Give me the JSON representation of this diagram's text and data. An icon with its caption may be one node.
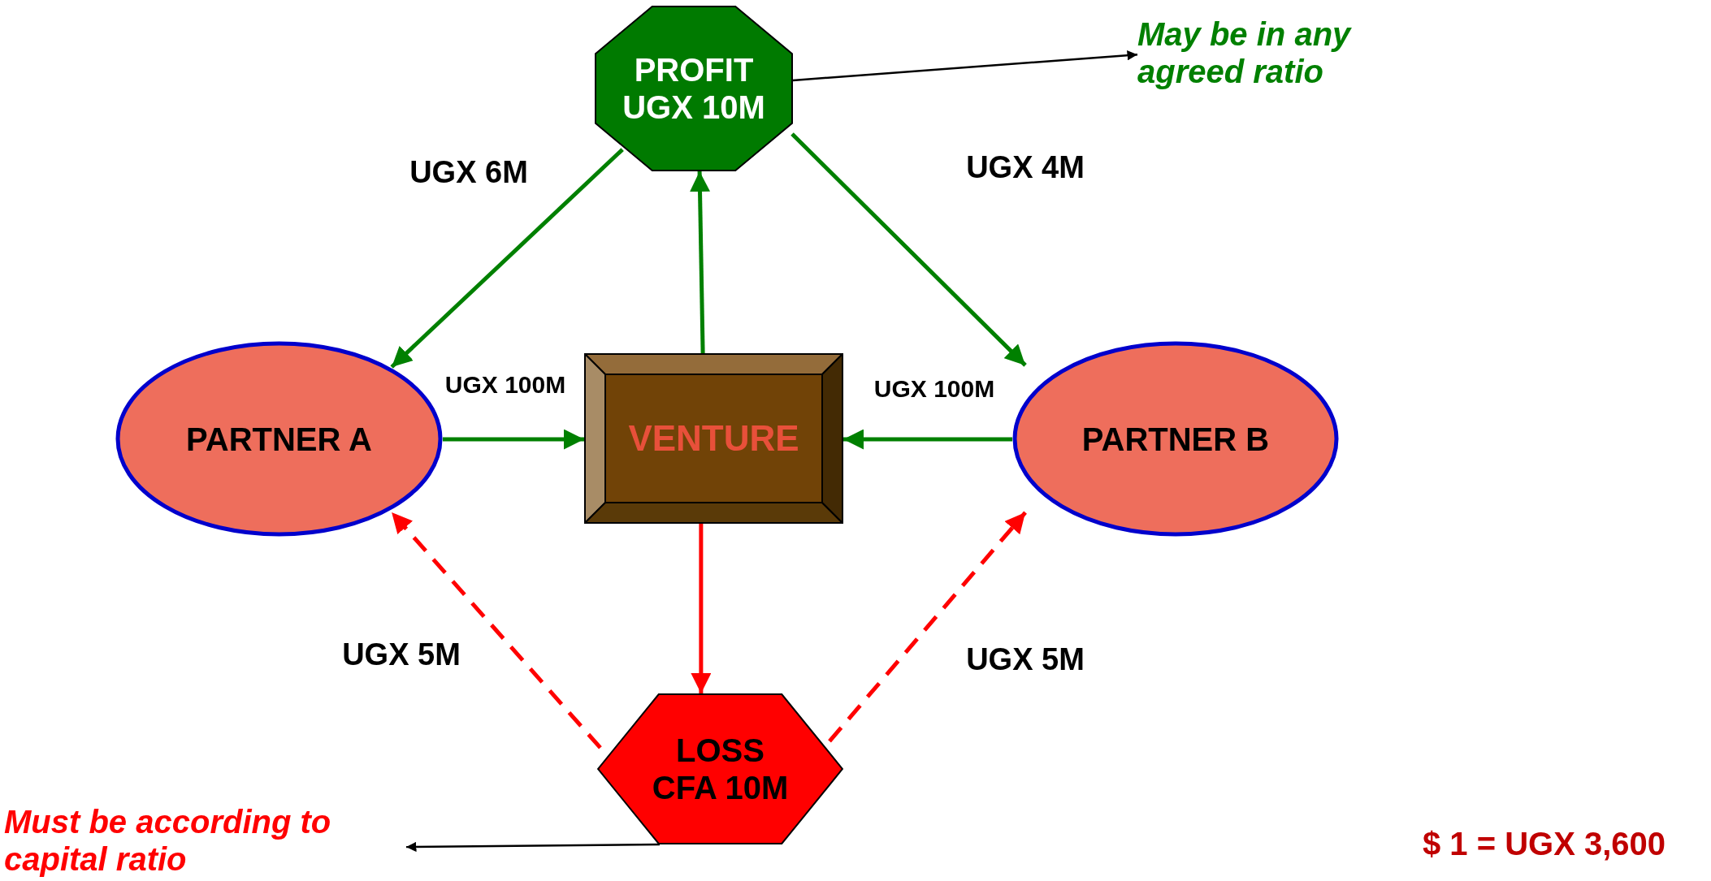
{
  "diagram": {
    "nodes": [
      {
        "text": [
          "PROFIT UGX 10M"
        ]
      },
      {
        "text": [
          "PARTNER A"
        ]
      },
      {
        "text": [
          "VENTURE"
        ]
      },
      {
        "text": [
          "PARTNER B"
        ]
      },
      {
        "text": [
          "LOSS CFA 10M"
        ]
      },
      {
        "text": [
          "May be in any agreed ratio"
        ]
      },
      {
        "text": [
          "Must be according to capital ratio"
        ]
      }
    ],
    "edges": [
      {
        "from": 0,
        "to": 1,
        "arrow": "to",
        "label": "UGX 6M"
      },
      {
        "from": 0,
        "to": 3,
        "arrow": "to",
        "label": "UGX 4M"
      },
      {
        "from": 2,
        "to": 0,
        "arrow": "to"
      },
      {
        "from": 1,
        "to": 2,
        "arrow": "to",
        "label": "UGX 100M"
      },
      {
        "from": 3,
        "to": 2,
        "arrow": "to",
        "label": "UGX 100M"
      },
      {
        "from": 2,
        "to": 4,
        "arrow": "to",
        "color": "#ff0000"
      },
      {
        "from": 4,
        "to": 1,
        "arrow": "to",
        "label": "UGX 5M",
        "style": "dashed",
        "color": "#ff0000"
      },
      {
        "from": 4,
        "to": 3,
        "arrow": "to",
        "label": "UGX 5M",
        "style": "dashed",
        "color": "#ff0000"
      },
      {
        "from": 0,
        "to": 5,
        "arrow": "to",
        "color": "#000000"
      },
      {
        "from": 4,
        "to": 6,
        "arrow": "to",
        "color": "#000000"
      }
    ],
    "labels": [
      "$ 1 = UGX 3,600"
    ]
  }
}
